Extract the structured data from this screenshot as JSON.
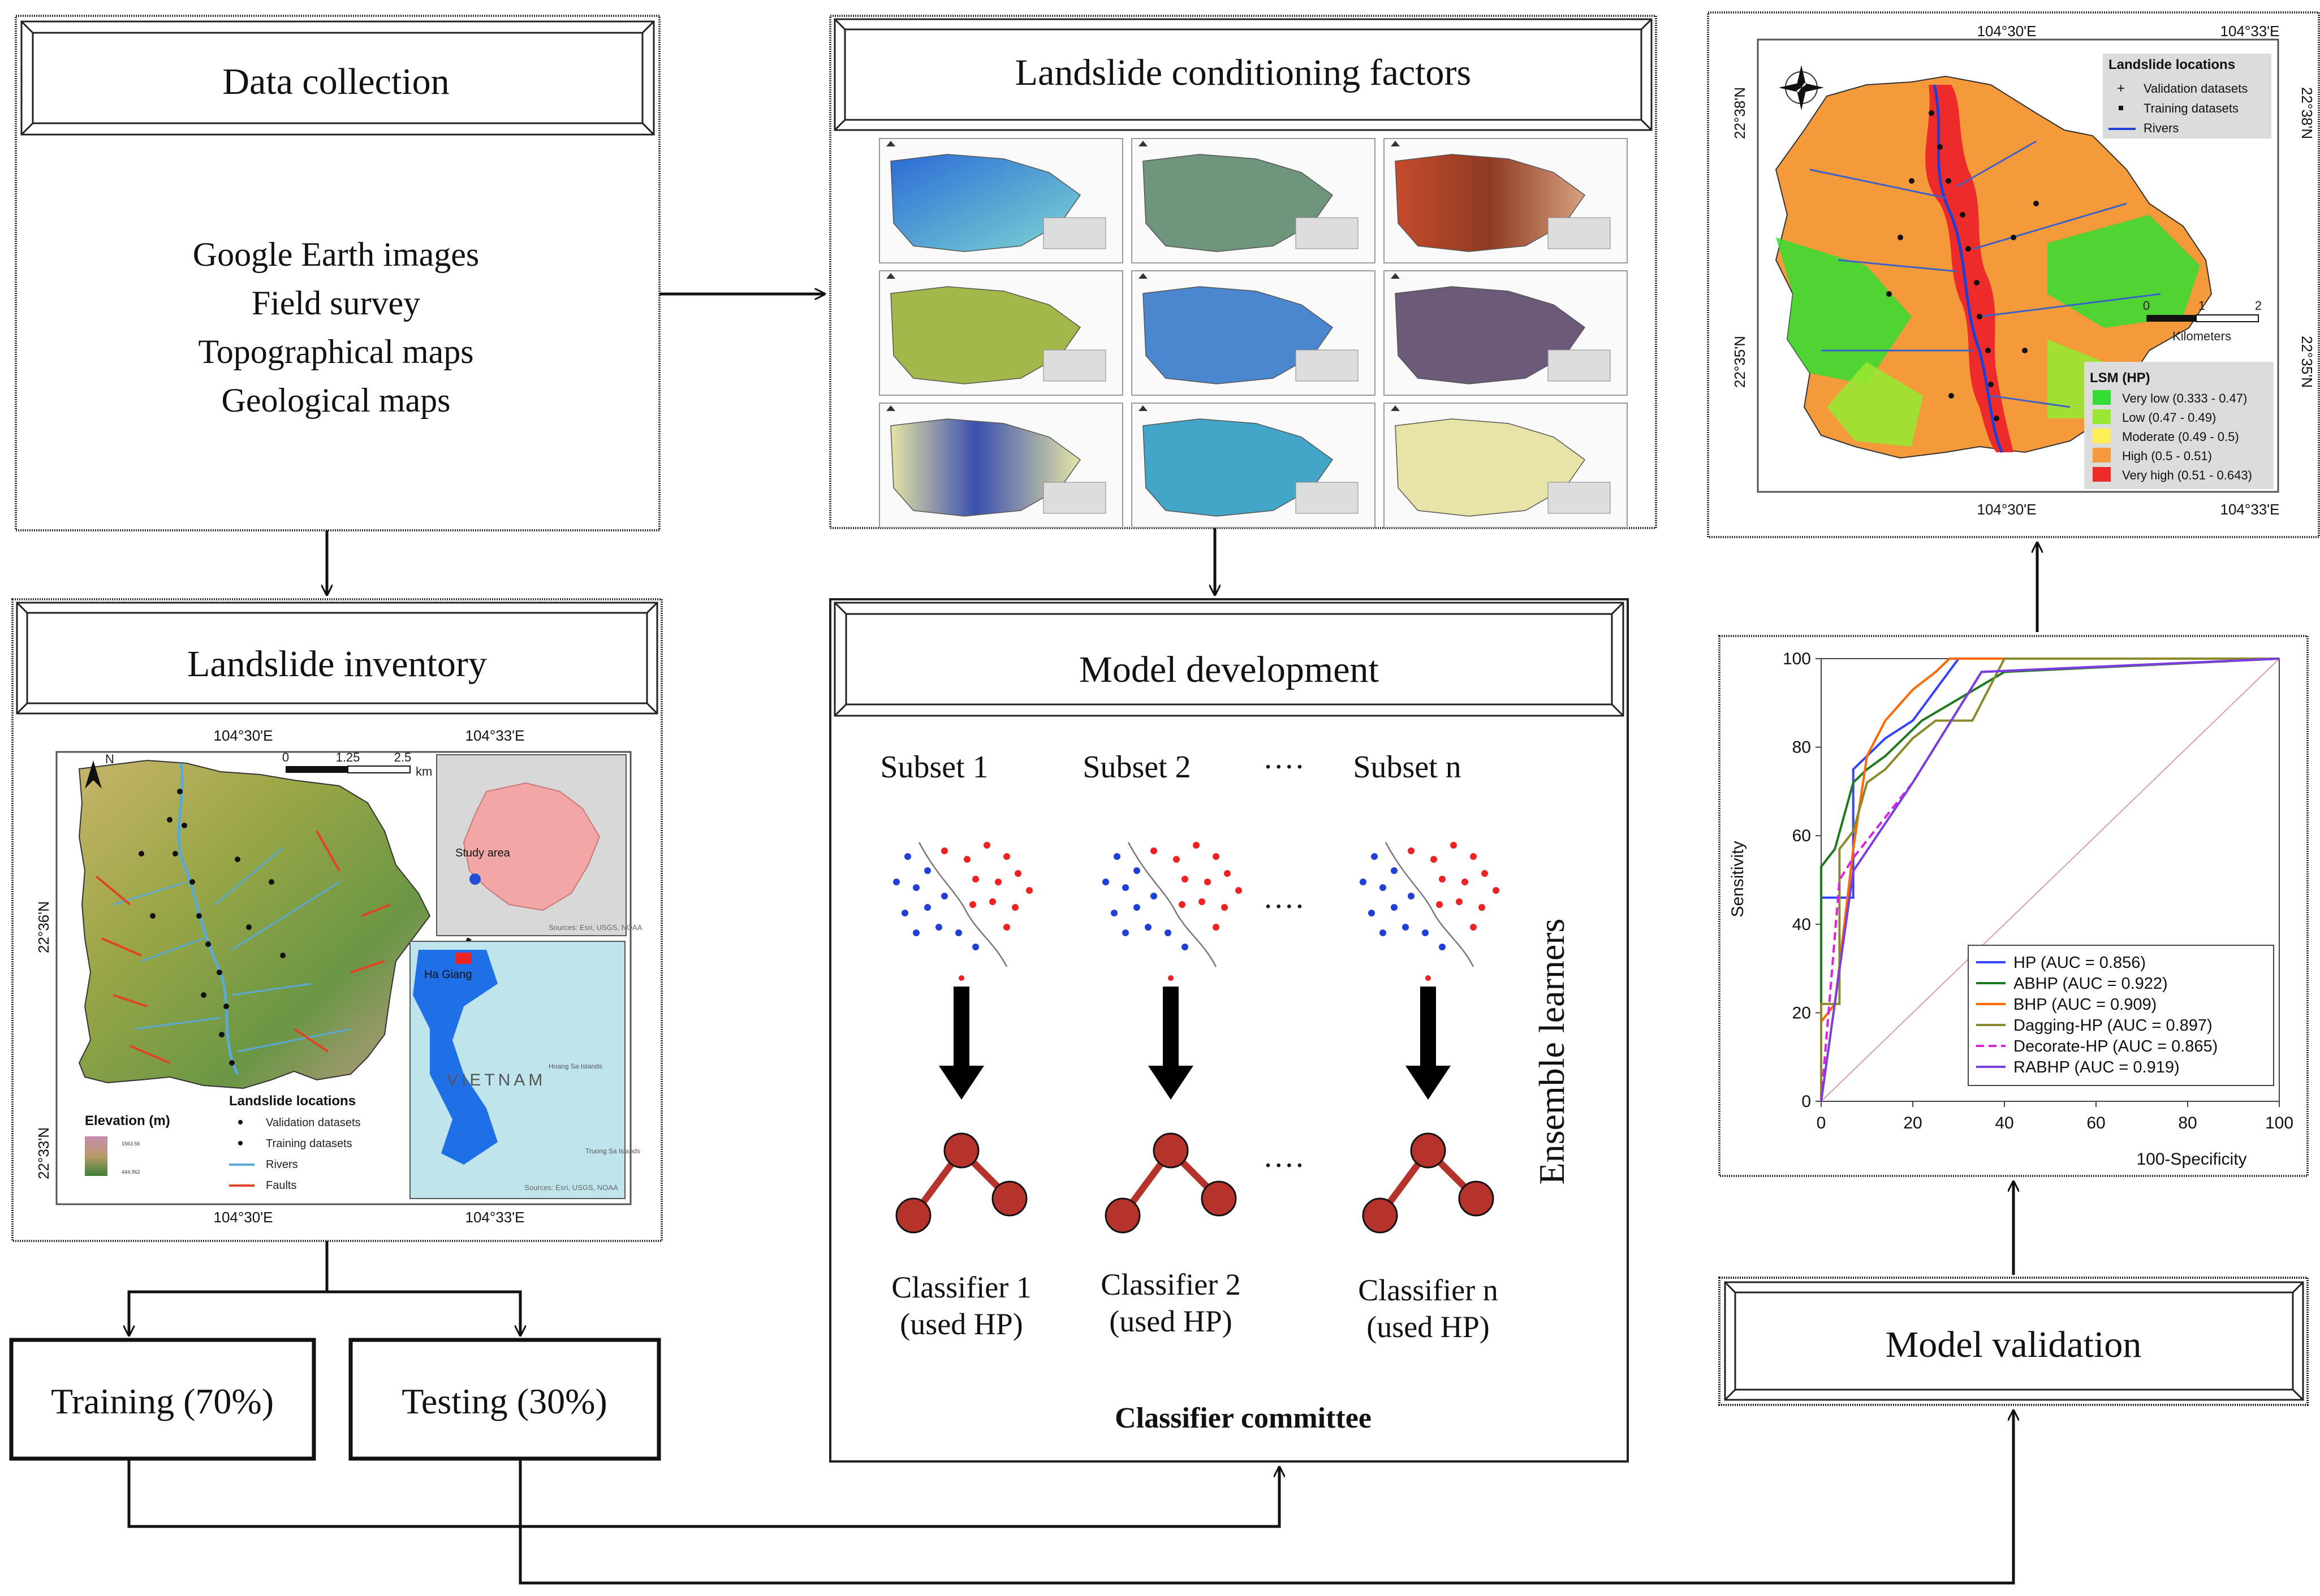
{
  "colors": {
    "red": "#ee2222",
    "blue": "#1f3fd6",
    "node": "#b5332b",
    "very_low": "#33dd33",
    "low": "#99e633",
    "moderate": "#ffee55",
    "high": "#f59a3a",
    "very_high": "#ee2b2b"
  },
  "data_collection": {
    "title": "Data collection",
    "items": [
      "Google Earth images",
      "Field survey",
      "Topographical maps",
      "Geological maps"
    ]
  },
  "conditioning": {
    "title": "Landslide conditioning factors"
  },
  "inventory": {
    "title": "Landslide inventory",
    "map": {
      "coord_top_left": "104°30'E",
      "coord_top_right": "104°33'E",
      "coord_bottom_left": "104°30'E",
      "coord_bottom_right": "104°33'E",
      "lat_top": "22°36'N",
      "lat_bottom": "22°33'N",
      "scale": [
        "0",
        "1.25",
        "2.5",
        "km"
      ],
      "north": "N",
      "elevation_title": "Elevation (m)",
      "elev_high": "1563.56",
      "elev_low": "444.962",
      "legend_title": "Landslide locations",
      "legend_items": [
        "Validation datasets",
        "Training datasets",
        "Rivers",
        "Faults"
      ],
      "study_area": "Study area",
      "ha_giang": "Ha Giang",
      "vietnam": "VIETNAM",
      "hoang_sa": "Hoang Sa Islands",
      "truong_sa": "Truong Sa Islands",
      "sources1": "Sources: Esri, USGS, NOAA",
      "sources2": "Sources: Esri, USGS, NOAA"
    }
  },
  "training": {
    "label": "Training (70%)"
  },
  "testing": {
    "label": "Testing (30%)"
  },
  "model_dev": {
    "title": "Model development",
    "subsets": [
      "Subset 1",
      "Subset 2",
      "····",
      "Subset n"
    ],
    "ellipsis": "····",
    "ensemble": "Ensemble learners",
    "classifiers": [
      {
        "line1": "Classifier 1",
        "line2": "(used HP)"
      },
      {
        "line1": "Classifier 2",
        "line2": "(used HP)"
      },
      {
        "line1": "Classifier n",
        "line2": "(used HP)"
      }
    ],
    "committee": "Classifier committee"
  },
  "lsm_map": {
    "coord_top_left": "104°30'E",
    "coord_top_right": "104°33'E",
    "coord_bottom_left": "104°30'E",
    "coord_bottom_right": "104°33'E",
    "lat_top": "22°38'N",
    "lat_bottom": "22°35'N",
    "legend_title": "Landslide locations",
    "legend_items": [
      "Validation datasets",
      "Training datasets",
      "Rivers"
    ],
    "scale": [
      "0",
      "1",
      "2"
    ],
    "scale_unit": "Kilometers",
    "lsm_title": "LSM (HP)",
    "lsm_items": [
      "Very low (0.333 - 0.47)",
      "Low (0.47 - 0.49)",
      "Moderate (0.49 - 0.5)",
      "High (0.5 - 0.51)",
      "Very high (0.51 - 0.643)"
    ]
  },
  "validation": {
    "title": "Model validation"
  },
  "chart_data": {
    "type": "line",
    "xlabel": "100-Specificity",
    "ylabel": "Sensitivity",
    "xlim": [
      0,
      100
    ],
    "ylim": [
      0,
      100
    ],
    "xticks": [
      0,
      20,
      40,
      60,
      80,
      100
    ],
    "yticks": [
      0,
      20,
      40,
      60,
      80,
      100
    ],
    "grid": false,
    "legend_position": "bottom-right",
    "series": [
      {
        "name": "HP (AUC = 0.856)",
        "color": "#3344ff",
        "dash": "",
        "x": [
          0,
          0,
          7,
          7,
          10,
          14,
          20,
          30,
          100
        ],
        "y": [
          0,
          46,
          46,
          75,
          78,
          82,
          86,
          100,
          100
        ]
      },
      {
        "name": "ABHP (AUC = 0.922)",
        "color": "#1d7a1d",
        "dash": "",
        "x": [
          0,
          0,
          3,
          7,
          10,
          14,
          18,
          22,
          40,
          100
        ],
        "y": [
          0,
          53,
          57,
          72,
          75,
          78,
          82,
          86,
          97,
          100
        ]
      },
      {
        "name": "BHP (AUC = 0.909)",
        "color": "#ff6a00",
        "dash": "",
        "x": [
          0,
          0,
          3,
          7,
          10,
          14,
          20,
          25,
          28,
          100
        ],
        "y": [
          0,
          18,
          22,
          57,
          78,
          86,
          93,
          97,
          100,
          100
        ]
      },
      {
        "name": "Dagging-HP (AUC = 0.897)",
        "color": "#8a8a2a",
        "dash": "",
        "x": [
          0,
          0,
          4,
          4,
          7,
          10,
          14,
          20,
          25,
          33,
          40,
          100
        ],
        "y": [
          0,
          22,
          22,
          57,
          61,
          72,
          75,
          82,
          86,
          86,
          100,
          100
        ]
      },
      {
        "name": "Decorate-HP (AUC = 0.865)",
        "color": "#dd22dd",
        "dash": "14,8",
        "x": [
          0,
          4,
          7,
          20,
          35,
          100
        ],
        "y": [
          0,
          50,
          55,
          72,
          97,
          100
        ]
      },
      {
        "name": "RABHP (AUC = 0.919)",
        "color": "#7a3de0",
        "dash": "",
        "x": [
          0,
          7,
          20,
          35,
          100
        ],
        "y": [
          0,
          52,
          72,
          97,
          100
        ]
      }
    ],
    "reference": {
      "x": [
        0,
        100
      ],
      "y": [
        0,
        100
      ],
      "color": "#d9a0a0"
    }
  }
}
